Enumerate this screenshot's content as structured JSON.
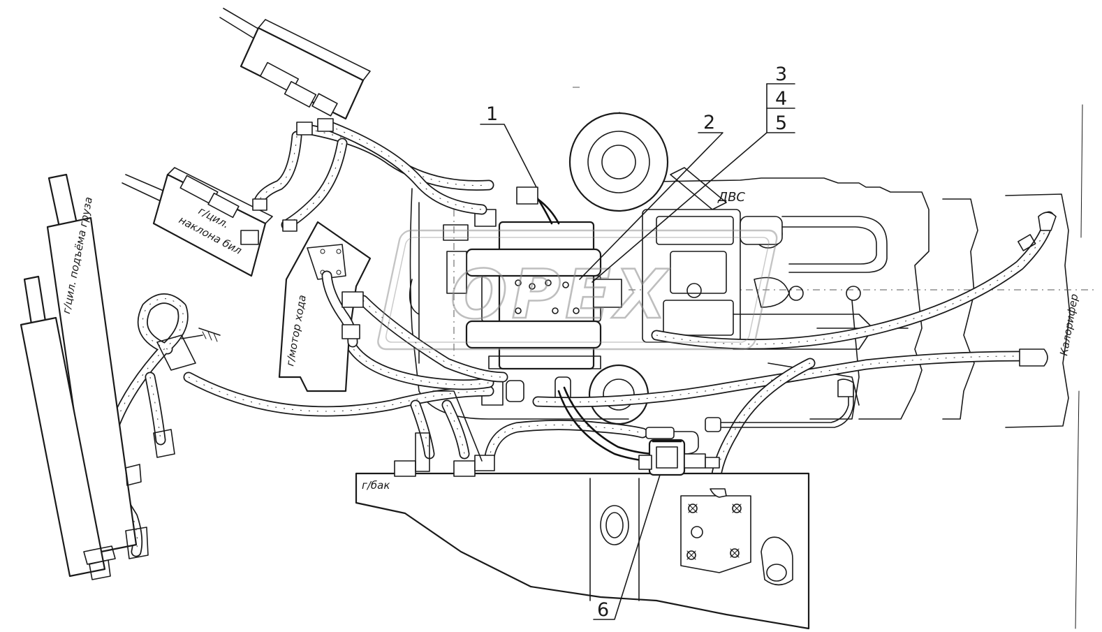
{
  "labels": {
    "cyl_tilt_line1": "г/цил.",
    "cyl_tilt_line2": "наклона бил",
    "cyl_lift": "г/цил. подъёма груза",
    "motor": "г/мотор хода",
    "engine": "ДВС",
    "heater": "Калорифер",
    "tank": "г/бак"
  },
  "callouts": [
    "1",
    "2",
    "3",
    "4",
    "5",
    "6"
  ],
  "watermark": "OPEX",
  "colors": {
    "ink": "#1a1a1a",
    "paper": "#ffffff",
    "watermark": "#8a8a8a"
  }
}
